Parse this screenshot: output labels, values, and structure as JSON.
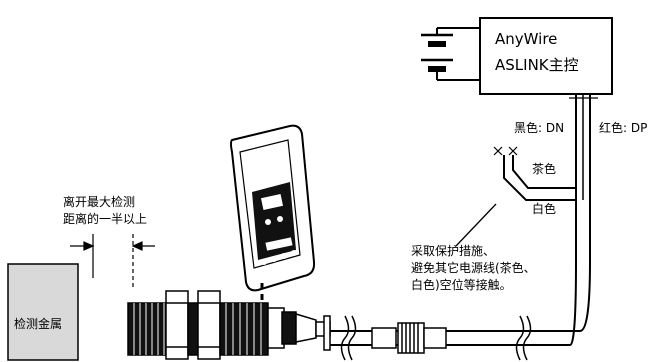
{
  "controller": {
    "line1": "AnyWire",
    "line2": "ASLINK主控"
  },
  "wires": {
    "black_dn": "黑色: DN",
    "red_dp": "红色: DP",
    "brown": "茶色",
    "white": "白色"
  },
  "distance_note": {
    "line1": "离开最大检测",
    "line2": "距离的一半以上"
  },
  "metal_target": "检测金属",
  "protection_note": {
    "line1": "采取保护措施、",
    "line2": "避免其它电源线(茶色、",
    "line3": "白色)空位等接触。"
  }
}
